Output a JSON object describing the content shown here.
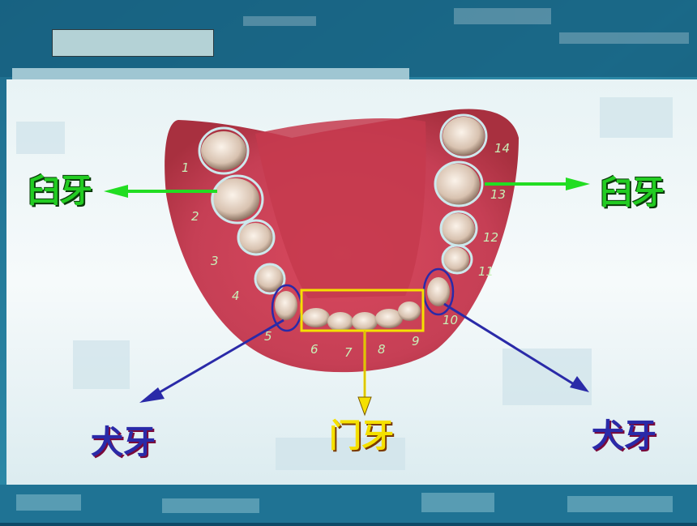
{
  "labels": {
    "molar_left": "臼牙",
    "molar_right": "臼牙",
    "canine_left": "犬牙",
    "canine_right": "犬牙",
    "incisor": "门牙"
  },
  "tooth_numbers": [
    "1",
    "2",
    "3",
    "4",
    "5",
    "6",
    "7",
    "8",
    "9",
    "10",
    "11",
    "12",
    "13",
    "14"
  ],
  "colors": {
    "molar_arrow": "#22dd22",
    "canine_arrow": "#2a2aa8",
    "incisor_box": "#f5e000",
    "gum": "#c74a5c"
  }
}
